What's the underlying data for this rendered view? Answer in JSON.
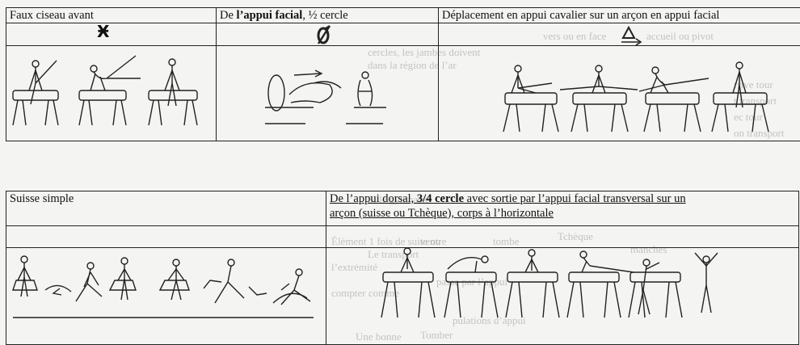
{
  "table1": {
    "col1": {
      "label": "Faux ciseau avant",
      "symbol": "Ӿ"
    },
    "col2": {
      "prefix": "De ",
      "bold": "l’appui facial",
      "suffix": ", ½ cercle"
    },
    "col3": {
      "label": "Déplacement en appui cavalier sur un arçon en appui facial"
    }
  },
  "table2": {
    "col1": {
      "label": "Suisse simple"
    },
    "col2": {
      "line1_prefix": "De l’appui dorsal, ",
      "line1_bold": "3/4 cercle",
      "line1_suffix": " avec sortie par l’appui facial transversal sur un",
      "line2": "arçon (suisse ou Tchèque), corps à l’horizontale"
    }
  },
  "background": {
    "lines": [
      "vers ou en face",
      "accueil ou pivot",
      "rrive tour",
      "t transport",
      "ec tour",
      "on transport",
      "cercles, les jambes doivent",
      "dans la région de l’ar",
      "Si le gymnaste",
      "Élément 1 fois de suite ou",
      "Le transport",
      "l’extrémité",
      "compter comme",
      "ventre",
      "tombe",
      "Une bonne",
      "Tchèque",
      "manches",
      "passe par l’appui",
      "pulations d’appui",
      "Tomber"
    ]
  },
  "colors": {
    "ink": "#222222",
    "paper": "#f4f4f2",
    "ghost": "#9a9a98"
  }
}
